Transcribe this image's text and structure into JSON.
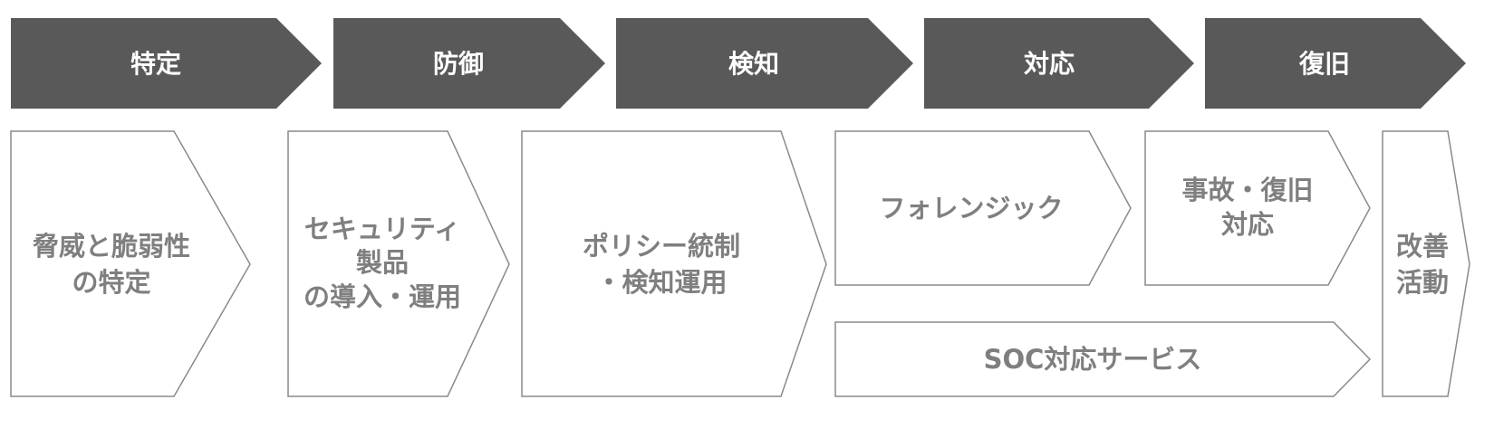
{
  "phases": [
    {
      "label": "特定"
    },
    {
      "label": "防御"
    },
    {
      "label": "検知"
    },
    {
      "label": "対応"
    },
    {
      "label": "復旧"
    }
  ],
  "activities": {
    "threat_identification": {
      "lines": [
        "脅威と脆弱性",
        "の特定"
      ]
    },
    "security_products": {
      "lines": [
        "セキュリティ",
        "製品",
        "の導入・運用"
      ]
    },
    "policy_control": {
      "lines": [
        "ポリシー統制",
        "・検知運用"
      ]
    },
    "forensics": {
      "lines": [
        "フォレンジック"
      ]
    },
    "incident_recovery": {
      "lines": [
        "事故・復旧",
        "対応"
      ]
    },
    "soc_service": {
      "lines": [
        "SOC対応サービス"
      ]
    },
    "improvement": {
      "lines": [
        "改善",
        "活動"
      ]
    }
  },
  "colors": {
    "phase_fill": "#595959",
    "phase_text": "#ffffff",
    "box_stroke": "#8a8a8a",
    "box_text": "#7f7f7f"
  }
}
